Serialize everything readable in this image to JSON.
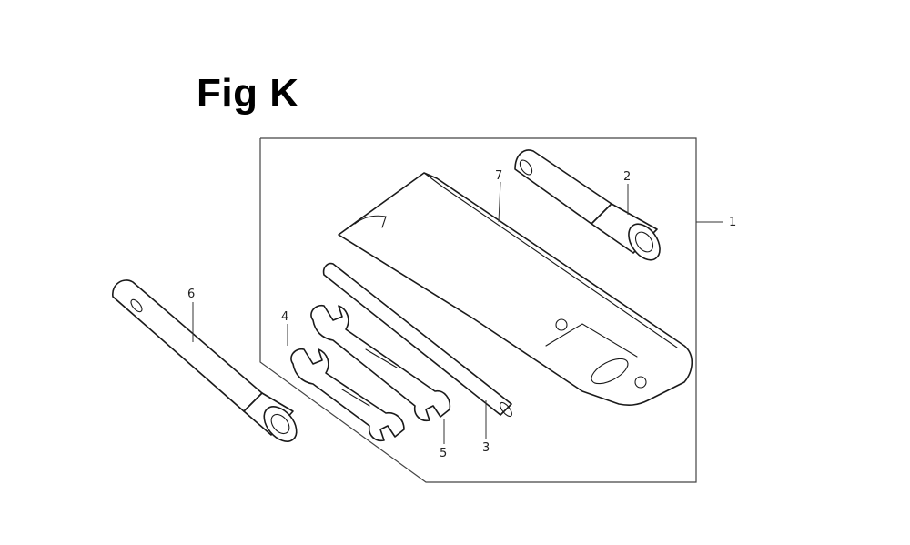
{
  "figure": {
    "title": "Fig K"
  },
  "callouts": [
    "1",
    "2",
    "3",
    "4",
    "5",
    "6",
    "7"
  ]
}
